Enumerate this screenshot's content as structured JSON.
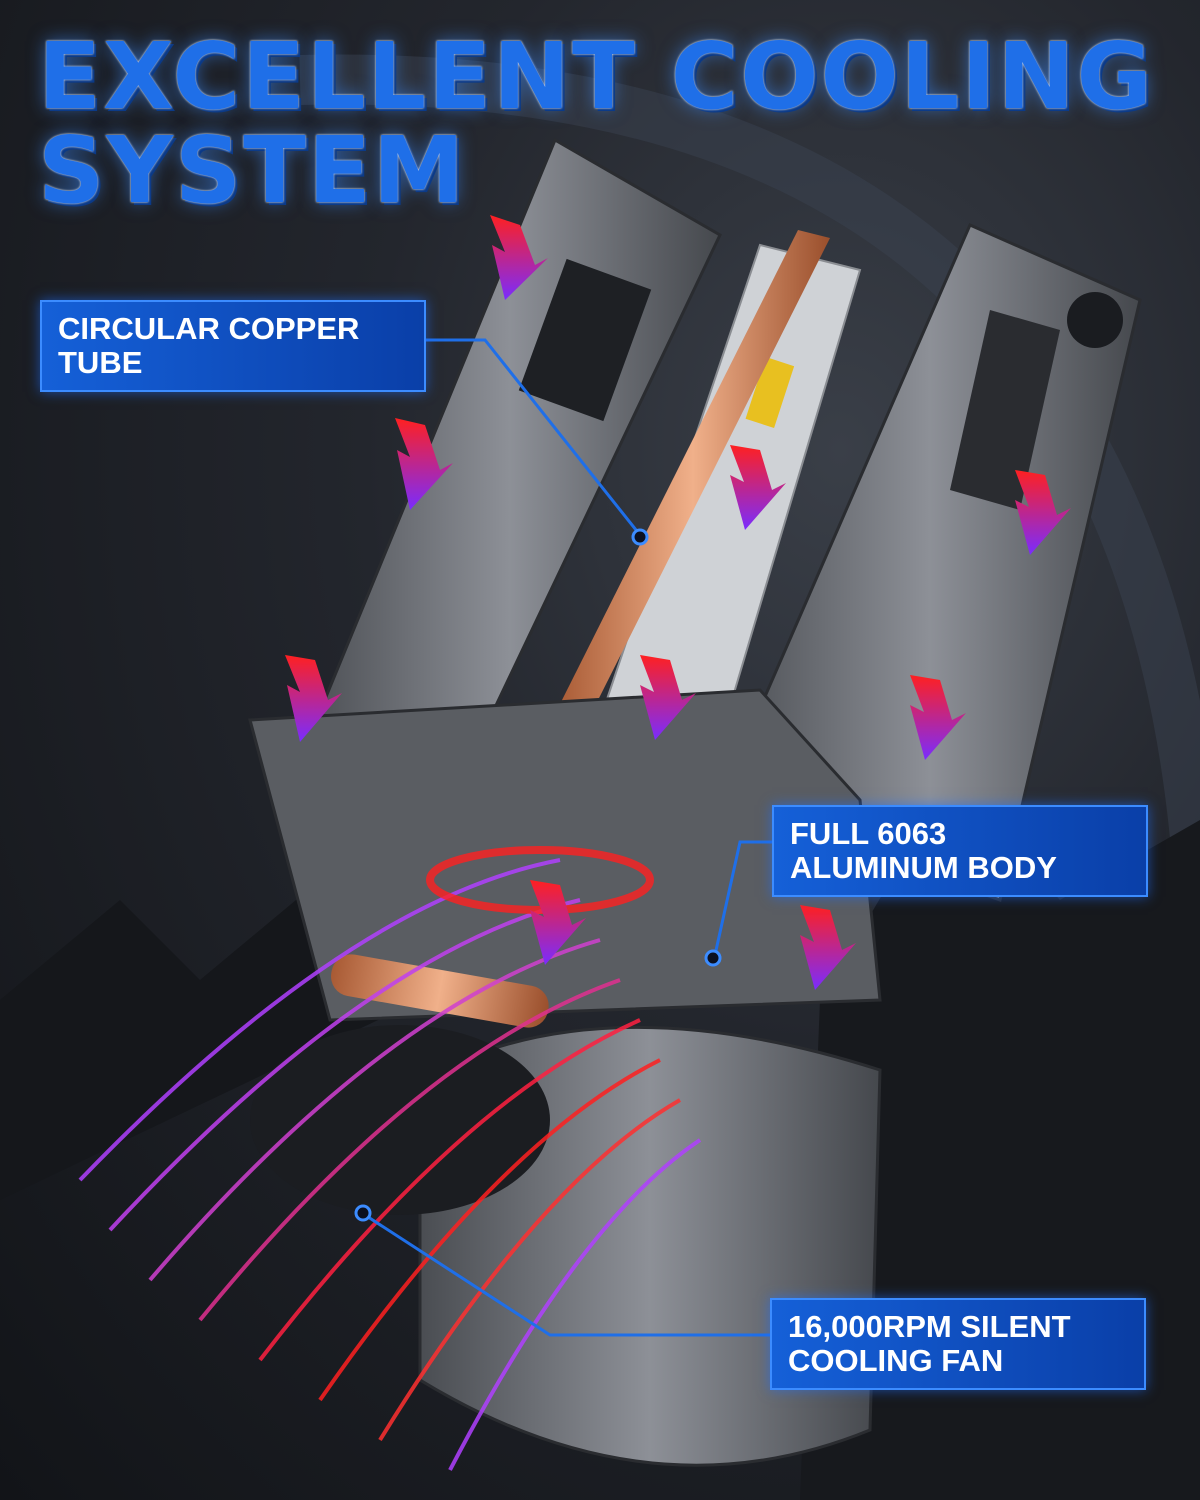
{
  "title": {
    "line1": "EXCELLENT COOLING",
    "line2": "SYSTEM"
  },
  "callouts": {
    "copper_tube": {
      "line1": "CIRCULAR COPPER",
      "line2": "TUBE"
    },
    "aluminum_body": {
      "line1": "FULL 6063",
      "line2": "ALUMINUM BODY"
    },
    "cooling_fan": {
      "line1": "16,000RPM SILENT",
      "line2": "COOLING FAN"
    }
  },
  "colors": {
    "accent": "#1f6fe8",
    "arrow_top": "#ff2020",
    "arrow_bottom": "#7a2cff",
    "copper": "#d98a5c"
  }
}
